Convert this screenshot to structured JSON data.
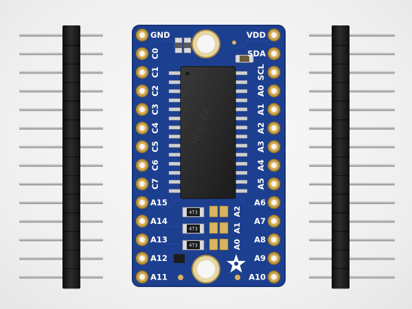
{
  "scene": {
    "description_free": true
  },
  "board": {
    "left_labels": [
      "GND",
      "C0",
      "C1",
      "C2",
      "C3",
      "C4",
      "C5",
      "C6",
      "C7",
      "A15",
      "A14",
      "A13",
      "A12",
      "A11"
    ],
    "right_labels": [
      "VDD",
      "SDA",
      "SCL",
      "A0",
      "A1",
      "A2",
      "A3",
      "A4",
      "A5",
      "A6",
      "A7",
      "A8",
      "A9",
      "A10"
    ],
    "jumper_labels": [
      "A2",
      "A1",
      "A0"
    ],
    "chip_marking": "HOLTEK",
    "resistor_markings": [
      "4T3",
      "4T3",
      "4T3"
    ],
    "colors": {
      "pcb": "#1d3f8f",
      "pcb_edge": "#153276",
      "pad_gold": "#c9a24a",
      "chip": "#2b2b2b",
      "header_plastic": "#1e1e1e",
      "pin_metal": "#c8c8c8"
    }
  },
  "headers": {
    "left_pin_count": 14,
    "right_pin_count": 14
  }
}
